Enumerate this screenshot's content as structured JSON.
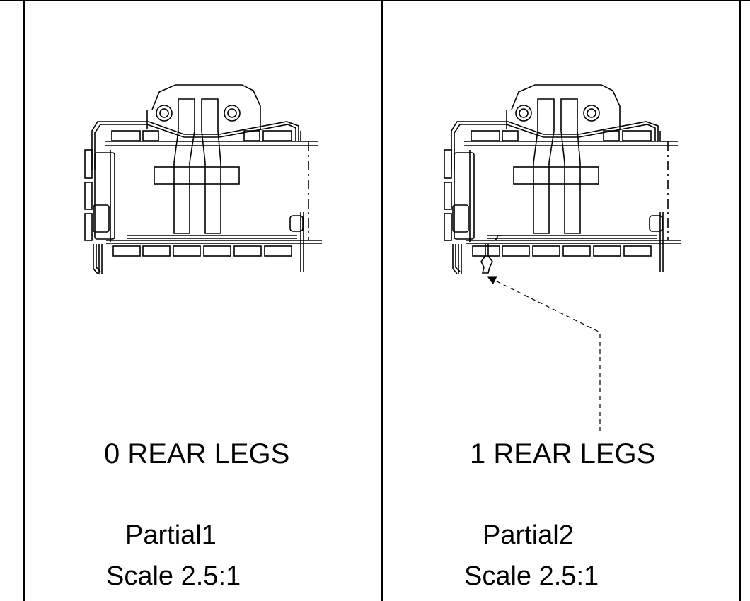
{
  "views": [
    {
      "id": "partial1",
      "legs_label": "0 REAR LEGS",
      "name": "Partial1",
      "scale": "Scale 2.5:1",
      "rear_legs": 0
    },
    {
      "id": "partial2",
      "legs_label": "1 REAR LEGS",
      "name": "Partial2",
      "scale": "Scale 2.5:1",
      "rear_legs": 1
    }
  ],
  "colors": {
    "line": "#000000",
    "background": "#ffffff"
  }
}
